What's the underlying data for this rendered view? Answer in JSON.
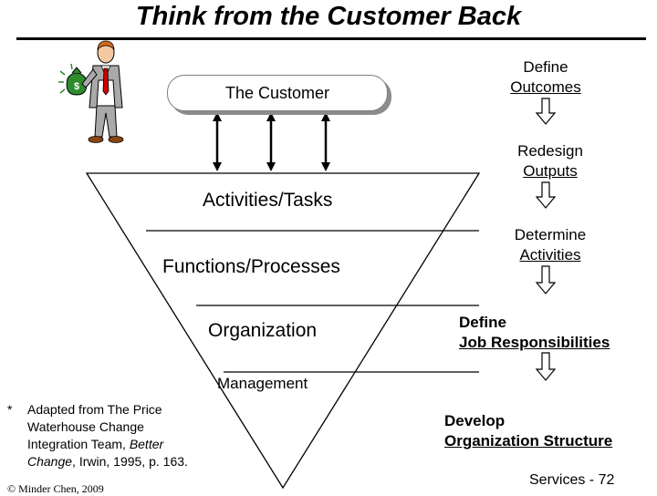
{
  "title": "Think from the Customer Back",
  "customer_box": {
    "label": "The Customer"
  },
  "pyramid": {
    "layers": [
      {
        "label": "Activities/Tasks"
      },
      {
        "label": "Functions/Processes"
      },
      {
        "label": "Organization"
      },
      {
        "label": "Management"
      }
    ]
  },
  "steps": [
    {
      "line1": "Define",
      "line2": "Outcomes"
    },
    {
      "line1": "Redesign",
      "line2": "Outputs"
    },
    {
      "line1": "Determine",
      "line2": "Activities"
    },
    {
      "line1": "Define",
      "line2": "Job Responsibilities"
    },
    {
      "line1": "Develop",
      "line2": "Organization Structure"
    }
  ],
  "footnote": {
    "mark": "*",
    "line1": "Adapted from The Price",
    "line2": "Waterhouse Change",
    "line3": "Integration Team,",
    "line3_italic": "Better",
    "line4_italic": "Change",
    "line4": ", Irwin, 1995, p. 163."
  },
  "copyright": "© Minder Chen, 2009",
  "page_number": "Services - 72",
  "clipart": {
    "icon": "businessman-with-money-bag-icon",
    "bag_symbol": "$"
  },
  "colors": {
    "arrow_outline": "#000000",
    "box_shadow": "#8c8c8c",
    "bag_green": "#2e8b2e",
    "tie_red": "#cc0000"
  }
}
